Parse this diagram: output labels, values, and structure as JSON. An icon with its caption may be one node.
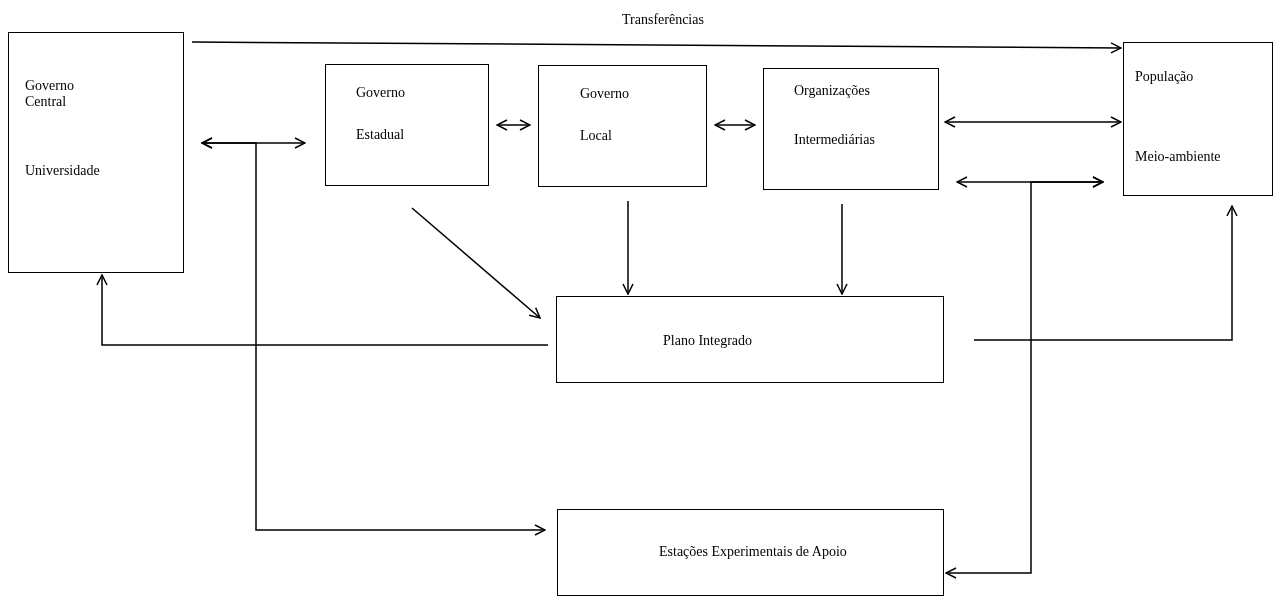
{
  "diagram": {
    "nodes": [
      {
        "text": [
          "Governo Central",
          "Universidade"
        ]
      },
      {
        "text": [
          "Governo",
          "Estadual"
        ]
      },
      {
        "text": [
          "Governo",
          "Local"
        ]
      },
      {
        "text": [
          "Organizações",
          "Intermediárias"
        ]
      },
      {
        "text": [
          "População",
          "Meio-ambiente"
        ]
      },
      {
        "text": [
          "Plano Integrado"
        ]
      },
      {
        "text": [
          "Estações Experimentais de Apoio"
        ]
      }
    ],
    "edges": [
      {
        "from": 0,
        "to": 4,
        "arrow": "to",
        "label": "Transferências"
      },
      {
        "from": 0,
        "to": 1,
        "arrow": "both"
      },
      {
        "from": 0,
        "to": 6,
        "arrow": "both"
      },
      {
        "from": 1,
        "to": 2,
        "arrow": "both"
      },
      {
        "from": 2,
        "to": 3,
        "arrow": "both"
      },
      {
        "from": 3,
        "to": 4,
        "arrow": "both"
      },
      {
        "from": 3,
        "to": 4,
        "arrow": "both"
      },
      {
        "from": 4,
        "to": 6,
        "arrow": "both"
      },
      {
        "from": 1,
        "to": 5,
        "arrow": "to"
      },
      {
        "from": 2,
        "to": 5,
        "arrow": "to"
      },
      {
        "from": 3,
        "to": 5,
        "arrow": "to"
      },
      {
        "from": 5,
        "to": 0,
        "arrow": "to"
      },
      {
        "from": 5,
        "to": 4,
        "arrow": "to"
      }
    ]
  }
}
